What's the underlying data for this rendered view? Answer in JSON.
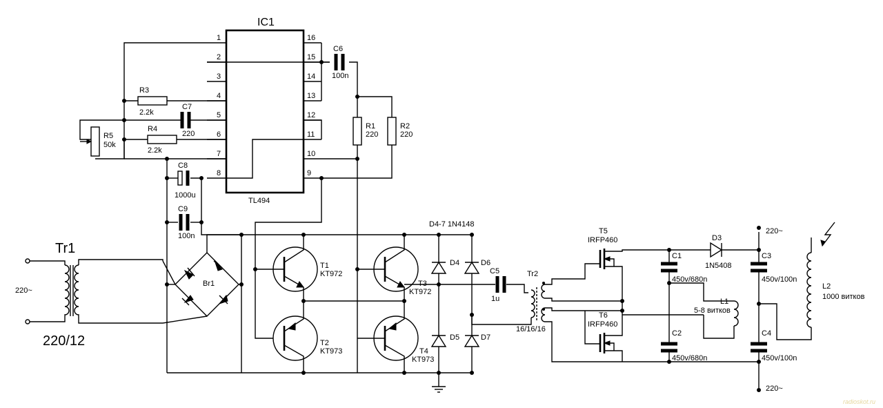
{
  "ic1": {
    "name": "IC1",
    "part": "TL494",
    "pins_left": [
      "1",
      "2",
      "3",
      "4",
      "5",
      "6",
      "7",
      "8"
    ],
    "pins_right": [
      "16",
      "15",
      "14",
      "13",
      "12",
      "11",
      "10",
      "9"
    ]
  },
  "resistors": {
    "r1": {
      "name": "R1",
      "value": "220"
    },
    "r2": {
      "name": "R2",
      "value": "220"
    },
    "r3": {
      "name": "R3",
      "value": "2.2k"
    },
    "r4": {
      "name": "R4",
      "value": "2.2k"
    },
    "r5": {
      "name": "R5",
      "value": "50k"
    }
  },
  "capacitors": {
    "c1": {
      "name": "C1",
      "value": "450v/680n"
    },
    "c2": {
      "name": "C2",
      "value": "450v/680n"
    },
    "c3": {
      "name": "C3",
      "value": "450v/100n"
    },
    "c4": {
      "name": "C4",
      "value": "450v/100n"
    },
    "c5": {
      "name": "C5",
      "value": "1u"
    },
    "c6": {
      "name": "C6",
      "value": "100n"
    },
    "c7": {
      "name": "C7",
      "value": "220"
    },
    "c8": {
      "name": "C8",
      "value": "1000u"
    },
    "c9": {
      "name": "C9",
      "value": "100n"
    }
  },
  "transistors": {
    "t1": {
      "name": "T1",
      "part": "KT972"
    },
    "t2": {
      "name": "T2",
      "part": "KT973"
    },
    "t3": {
      "name": "T3",
      "part": "KT972"
    },
    "t4": {
      "name": "T4",
      "part": "KT973"
    },
    "t5": {
      "name": "T5",
      "part": "IRFP460"
    },
    "t6": {
      "name": "T6",
      "part": "IRFP460"
    }
  },
  "diodes": {
    "group": "D4-7 1N4148",
    "d3": {
      "name": "D3",
      "part": "1N5408"
    },
    "d4": "D4",
    "d5": "D5",
    "d6": "D6",
    "d7": "D7"
  },
  "bridge": "Br1",
  "tr1": {
    "name": "Tr1",
    "ratio": "220/12",
    "input": "220~"
  },
  "tr2": {
    "name": "Tr2",
    "turns": "16/16/16"
  },
  "l1": {
    "name": "L1",
    "turns": "5-8 витков"
  },
  "l2": {
    "name": "L2",
    "turns": "1000 витков"
  },
  "supply": {
    "top": "220~",
    "bottom": "220~"
  },
  "watermark": "radioskot.ru"
}
